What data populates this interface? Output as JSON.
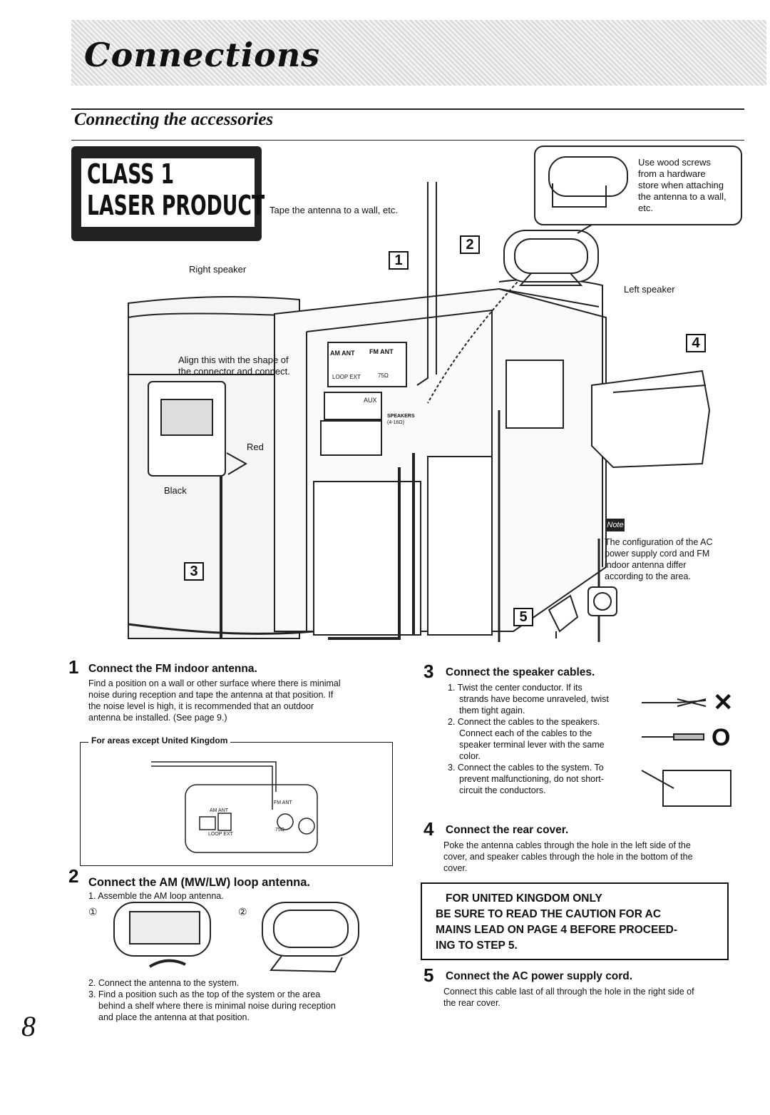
{
  "header": {
    "title": "Connections",
    "subtitle": "Connecting the accessories"
  },
  "laser_label": {
    "line1": "CLASS 1",
    "line2": "LASER PRODUCT"
  },
  "diagram": {
    "tape_label": "Tape the antenna to a wall, etc.",
    "screws_label": [
      "Use wood screws",
      "from a hardware",
      "store when attaching",
      "the antenna to a wall,",
      "etc."
    ],
    "right_speaker": "Right speaker",
    "left_speaker": "Left speaker",
    "align_label": [
      "Align this with the shape of",
      "the connector and connect."
    ],
    "red": "Red",
    "black": "Black",
    "panel": {
      "am_ant": "AM ANT",
      "fm_ant": "FM ANT",
      "loop_ext": "LOOP EXT",
      "ohm": "75Ω",
      "aux": "AUX",
      "speakers": "SPEAKERS",
      "speakers_ohm": "(4-16Ω)"
    },
    "step_boxes": [
      "1",
      "2",
      "3",
      "4",
      "5"
    ],
    "note_badge": "Note",
    "note_text": [
      "The configuration of the AC",
      "power supply cord and FM",
      "indoor antenna differ",
      "according to the area."
    ]
  },
  "steps": {
    "s1": {
      "num": "1",
      "title": "Connect the FM indoor antenna.",
      "body": [
        "Find a position on a wall or other surface where there is minimal",
        "noise during reception and tape the antenna at that position. If",
        "the noise level is high, it is recommended that an outdoor",
        "antenna be installed. (See page 9.)"
      ],
      "areas_label": "For areas except United Kingdom",
      "inset": {
        "am_ant": "AM ANT",
        "fm_ant": "FM ANT",
        "loop_ext": "LOOP EXT",
        "ohm": "75Ω"
      }
    },
    "s2": {
      "num": "2",
      "title": "Connect the AM (MW/LW) loop antenna.",
      "items": [
        "1. Assemble the AM loop antenna.",
        "2. Connect the antenna to the system.",
        "3. Find a position such as the top of the system or the area",
        "behind a shelf where there is minimal noise during reception",
        "and place the antenna at that position."
      ],
      "circ1": "①",
      "circ2": "②"
    },
    "s3": {
      "num": "3",
      "title": "Connect the speaker cables.",
      "items": [
        "1. Twist the center conductor. If its",
        "strands have become unraveled, twist",
        "them tight again.",
        "2. Connect the cables to the speakers.",
        "Connect each of the cables to the",
        "speaker terminal lever with the same",
        "color.",
        "3. Connect the cables to the system. To",
        "prevent malfunctioning, do not short-",
        "circuit the conductors."
      ],
      "bad_mark": "✕",
      "good_mark": "O"
    },
    "s4": {
      "num": "4",
      "title": "Connect the rear cover.",
      "body": [
        "Poke the antenna cables through the hole in the left side of the",
        "cover, and speaker cables through the hole in the bottom of the",
        "cover."
      ]
    },
    "uk": [
      "FOR UNITED KINGDOM ONLY",
      "BE SURE TO READ THE CAUTION FOR AC",
      "MAINS LEAD ON PAGE 4 BEFORE PROCEED-",
      "ING TO STEP 5."
    ],
    "s5": {
      "num": "5",
      "title": "Connect the AC power supply cord.",
      "body": [
        "Connect this cable last of all through the hole in the right side of",
        "the rear cover."
      ]
    }
  },
  "page_number": "8"
}
